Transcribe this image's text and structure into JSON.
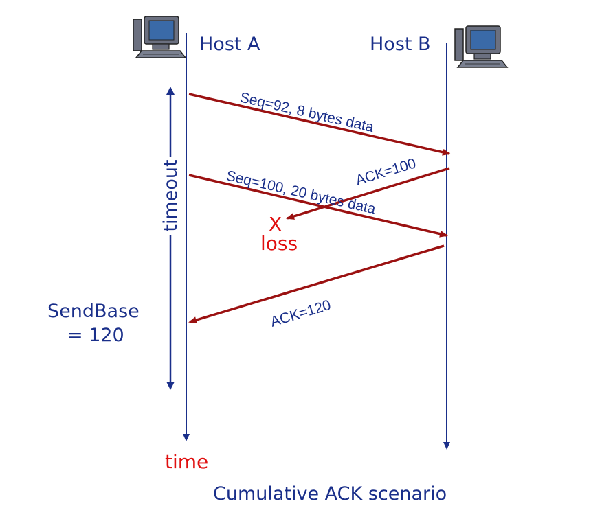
{
  "hosts": {
    "a_label": "Host A",
    "b_label": "Host B"
  },
  "messages": {
    "seq92": "Seq=92, 8 bytes data",
    "ack100": "ACK=100",
    "seq100": "Seq=100, 20 bytes data",
    "ack120": "ACK=120"
  },
  "timeout_label": "timeout",
  "loss": {
    "mark": "X",
    "label": "loss"
  },
  "sendbase": {
    "line1": "SendBase",
    "line2": "= 120"
  },
  "time_label": "time",
  "caption": "Cumulative ACK scenario",
  "colors": {
    "background": "#ffffff",
    "timeline_blue": "#1a2f8a",
    "text_blue": "#1a2f8a",
    "arrow_red": "#9b1111",
    "loss_red": "#e01010",
    "computer_gray": "#5a5a6a",
    "screen_blue": "#3a6aa8"
  },
  "icons": {
    "host_a": "desktop-computer-icon",
    "host_b": "desktop-computer-icon"
  }
}
